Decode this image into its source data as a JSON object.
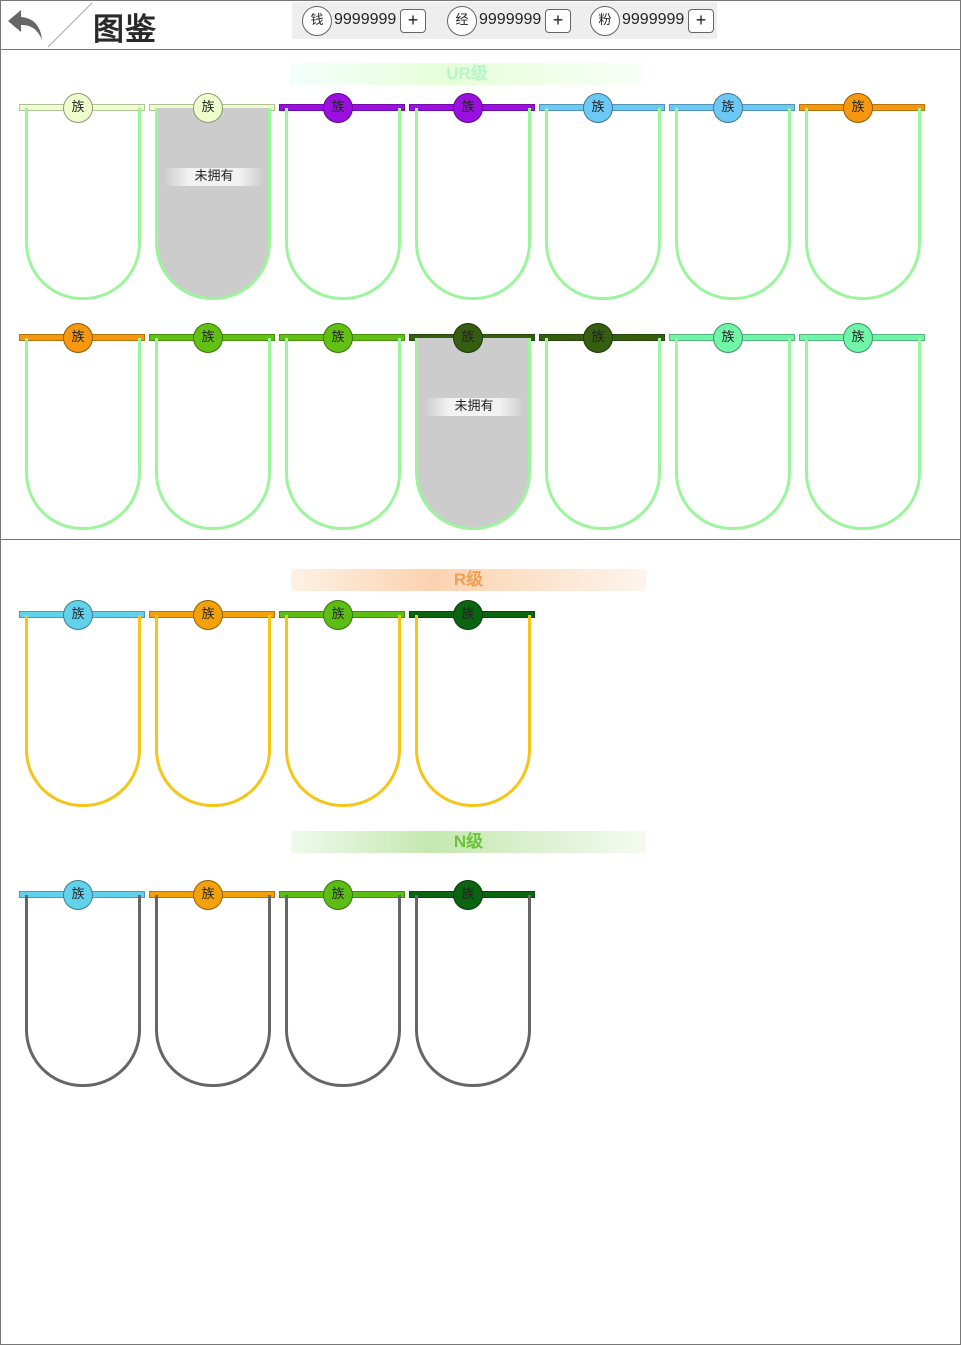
{
  "header": {
    "title": "图鉴",
    "resources": [
      {
        "icon": "钱",
        "value": "9999999",
        "plus": "+"
      },
      {
        "icon": "经",
        "value": "9999999",
        "plus": "+"
      },
      {
        "icon": "粉",
        "value": "9999999",
        "plus": "+"
      }
    ]
  },
  "colors": {
    "ur_card_border": "#9cf59c",
    "r_card_border": "#f5c518",
    "n_card_border": "#666666",
    "locked_fill": "#cccccc"
  },
  "sections": {
    "ur": {
      "label": "UR级",
      "cards": [
        {
          "badge": "族",
          "color": "#eeffcc",
          "owned": true
        },
        {
          "badge": "族",
          "color": "#eeffcc",
          "owned": false,
          "lock_label": "未拥有"
        },
        {
          "badge": "族",
          "color": "#9b0fe0",
          "owned": true
        },
        {
          "badge": "族",
          "color": "#9b0fe0",
          "owned": true
        },
        {
          "badge": "族",
          "color": "#6cc8f5",
          "owned": true
        },
        {
          "badge": "族",
          "color": "#6cc8f5",
          "owned": true
        },
        {
          "badge": "族",
          "color": "#f5980f",
          "owned": true
        },
        {
          "badge": "族",
          "color": "#f5980f",
          "owned": true
        },
        {
          "badge": "族",
          "color": "#62c012",
          "owned": true
        },
        {
          "badge": "族",
          "color": "#62c012",
          "owned": true
        },
        {
          "badge": "族",
          "color": "#355e10",
          "owned": false,
          "lock_label": "未拥有"
        },
        {
          "badge": "族",
          "color": "#355e10",
          "owned": true
        },
        {
          "badge": "族",
          "color": "#6ff5a8",
          "owned": true
        },
        {
          "badge": "族",
          "color": "#6ff5a8",
          "owned": true
        }
      ]
    },
    "r": {
      "label": "R级",
      "cards": [
        {
          "badge": "族",
          "color": "#62d2ec"
        },
        {
          "badge": "族",
          "color": "#f3a10a"
        },
        {
          "badge": "族",
          "color": "#5cbd14"
        },
        {
          "badge": "族",
          "color": "#0b640f"
        }
      ]
    },
    "n": {
      "label": "N级",
      "cards": [
        {
          "badge": "族",
          "color": "#62d2ec"
        },
        {
          "badge": "族",
          "color": "#f3a10a"
        },
        {
          "badge": "族",
          "color": "#5cbd14"
        },
        {
          "badge": "族",
          "color": "#0b640f"
        }
      ]
    }
  }
}
